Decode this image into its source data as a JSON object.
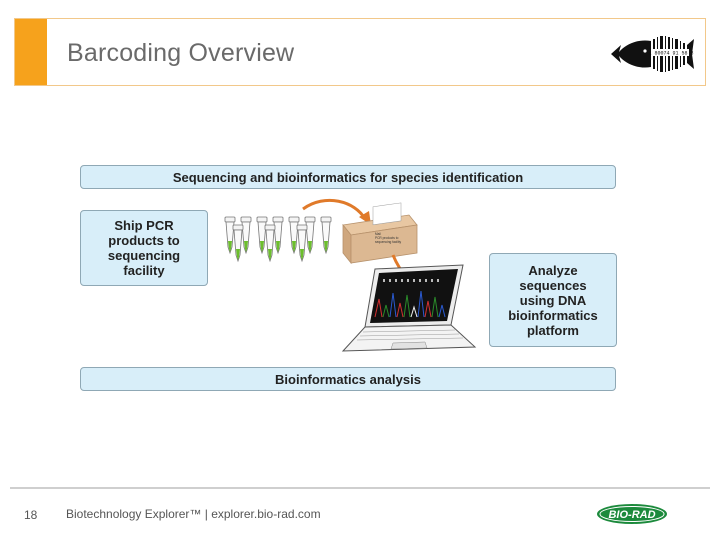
{
  "header": {
    "title": "Barcoding Overview",
    "logo_barcode_text": "1 80074 91 58 3",
    "accent_color": "#f6a21c"
  },
  "diagram": {
    "top_banner": "Sequencing and bioinformatics for species identification",
    "step_ship": "Ship PCR\nproducts to\nsequencing\nfacility",
    "box_label": "Mail\nPCR products to\nsequencing facility",
    "step_analyze": "Analyze\nsequences\nusing DNA\nbioinformatics\nplatform",
    "bottom_banner": "Bioinformatics analysis",
    "colors": {
      "box_fill": "#d8eef9",
      "tube_liquid": "#6cbe2d",
      "arrow": "#e07a2a"
    }
  },
  "footer": {
    "page_number": "18",
    "text": "Biotechnology Explorer™ |   explorer.bio-rad.com",
    "brand": "BIO-RAD",
    "brand_color": "#1c8a3c"
  }
}
